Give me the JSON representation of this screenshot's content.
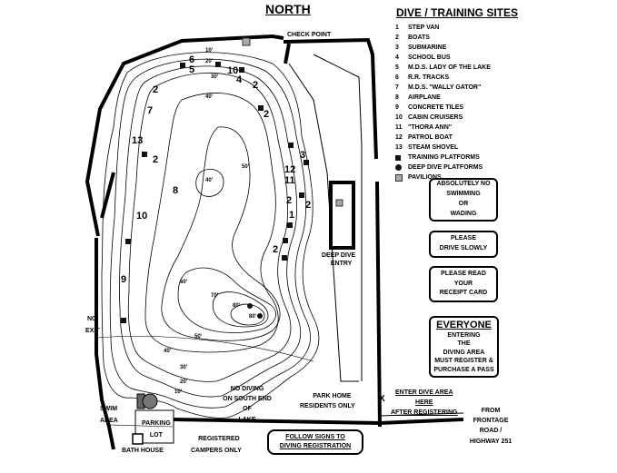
{
  "title": "NORTH",
  "legend": {
    "title": "DIVE / TRAINING SITES",
    "sites": [
      {
        "num": "1",
        "name": "STEP VAN"
      },
      {
        "num": "2",
        "name": "BOATS"
      },
      {
        "num": "3",
        "name": "SUBMARINE"
      },
      {
        "num": "4",
        "name": "SCHOOL BUS"
      },
      {
        "num": "5",
        "name": "M.D.S. LADY OF THE LAKE"
      },
      {
        "num": "6",
        "name": "R.R. TRACKS"
      },
      {
        "num": "7",
        "name": "M.D.S. \"WALLY GATOR\""
      },
      {
        "num": "8",
        "name": "AIRPLANE"
      },
      {
        "num": "9",
        "name": "CONCRETE TILES"
      },
      {
        "num": "10",
        "name": "CABIN CRUISERS"
      },
      {
        "num": "11",
        "name": "\"THORA ANN\""
      },
      {
        "num": "12",
        "name": "PATROL BOAT"
      },
      {
        "num": "13",
        "name": "STEAM  SHOVEL"
      }
    ],
    "symbols": [
      {
        "icon": "square",
        "name": "TRAINING PLATFORMS"
      },
      {
        "icon": "circle",
        "name": "DEEP DIVE PLATFORMS"
      },
      {
        "icon": "pavilion",
        "name": "PAVILIONS"
      }
    ]
  },
  "labels": {
    "check_point": "CHECK POINT",
    "deep_dive_entry_1": "DEEP DIVE",
    "deep_dive_entry_2": "ENTRY",
    "no_exit_1": "NO",
    "no_exit_2": "EXIT",
    "swim_area_1": "SWIM",
    "swim_area_2": "AREA",
    "parking_lot_1": "PARKING",
    "parking_lot_2": "LOT",
    "bath_house": "BATH HOUSE",
    "registered_campers_1": "REGISTERED",
    "registered_campers_2": "CAMPERS ONLY",
    "no_diving_1": "NO DIVING",
    "no_diving_2": "ON SOUTH END",
    "no_diving_3": "OF",
    "no_diving_4": "LAKE",
    "park_home_1": "PARK HOME",
    "park_home_2": "RESIDENTS ONLY",
    "enter_dive_area_1": "ENTER DIVE AREA",
    "enter_dive_area_2": "HERE",
    "enter_dive_area_3": "AFTER REGISTERING",
    "entry_x": "X",
    "from_frontage_1": "FROM",
    "from_frontage_2": "FRONTAGE",
    "from_frontage_3": "ROAD /",
    "from_frontage_4": "HIGHWAY 251",
    "follow_signs_1": "FOLLOW SIGNS TO",
    "follow_signs_2": "DIVING REGISTRATION"
  },
  "signs": {
    "no_swimming": [
      "ABSOLUTELY NO",
      "SWIMMING",
      "OR",
      "WADING"
    ],
    "drive_slowly": [
      "PLEASE",
      "DRIVE SLOWLY"
    ],
    "receipt_card": [
      "PLEASE READ",
      "YOUR",
      "RECEIPT CARD"
    ],
    "everyone": {
      "head": "EVERYONE",
      "lines": [
        "ENTERING",
        "THE",
        "DIVING AREA",
        "MUST REGISTER &",
        "PURCHASE A PASS"
      ]
    }
  },
  "map_sites": [
    {
      "id": "6",
      "label": "6"
    },
    {
      "id": "5",
      "label": "5"
    },
    {
      "id": "10a",
      "label": "10"
    },
    {
      "id": "4",
      "label": "4"
    },
    {
      "id": "2a",
      "label": "2"
    },
    {
      "id": "2b",
      "label": "2"
    },
    {
      "id": "2c",
      "label": "2"
    },
    {
      "id": "7",
      "label": "7"
    },
    {
      "id": "13",
      "label": "13"
    },
    {
      "id": "2d",
      "label": "2"
    },
    {
      "id": "8",
      "label": "8"
    },
    {
      "id": "10b",
      "label": "10"
    },
    {
      "id": "9",
      "label": "9"
    },
    {
      "id": "3",
      "label": "3"
    },
    {
      "id": "12",
      "label": "12"
    },
    {
      "id": "11",
      "label": "11"
    },
    {
      "id": "2e",
      "label": "2"
    },
    {
      "id": "2f",
      "label": "2"
    },
    {
      "id": "1",
      "label": "1"
    },
    {
      "id": "2g",
      "label": "2"
    }
  ],
  "depths": [
    {
      "id": "d10",
      "label": "10'"
    },
    {
      "id": "d20",
      "label": "20'"
    },
    {
      "id": "d30",
      "label": "30'"
    },
    {
      "id": "d40",
      "label": "40'"
    },
    {
      "id": "d40b",
      "label": "40'"
    },
    {
      "id": "d50",
      "label": "50'"
    },
    {
      "id": "d60",
      "label": "60'"
    },
    {
      "id": "d70",
      "label": "70'"
    },
    {
      "id": "d80",
      "label": "80'"
    },
    {
      "id": "d80b",
      "label": "80'"
    },
    {
      "id": "d50s",
      "label": "50'"
    },
    {
      "id": "d40s",
      "label": "40'"
    },
    {
      "id": "d30s",
      "label": "30'"
    },
    {
      "id": "d20s",
      "label": "20'"
    },
    {
      "id": "d10s",
      "label": "10'"
    }
  ]
}
